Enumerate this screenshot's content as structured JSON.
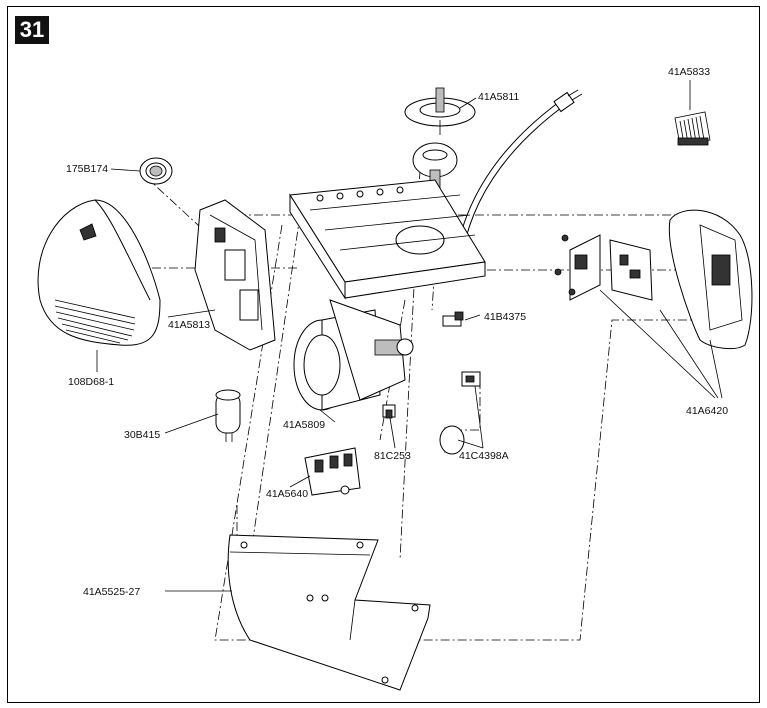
{
  "figure": {
    "number": "31",
    "parts": {
      "p41A5833": "41A5833",
      "p41A5811": "41A5811",
      "p175B174": "175B174",
      "p41A5813": "41A5813",
      "p108D68_1": "108D68-1",
      "p41B4375": "41B4375",
      "p41A6420": "41A6420",
      "p41A5809": "41A5809",
      "p30B415": "30B415",
      "p81C253": "81C253",
      "p41C4398A": "41C4398A",
      "p41A5640": "41A5640",
      "p41A5525_27": "41A5525-27"
    }
  }
}
